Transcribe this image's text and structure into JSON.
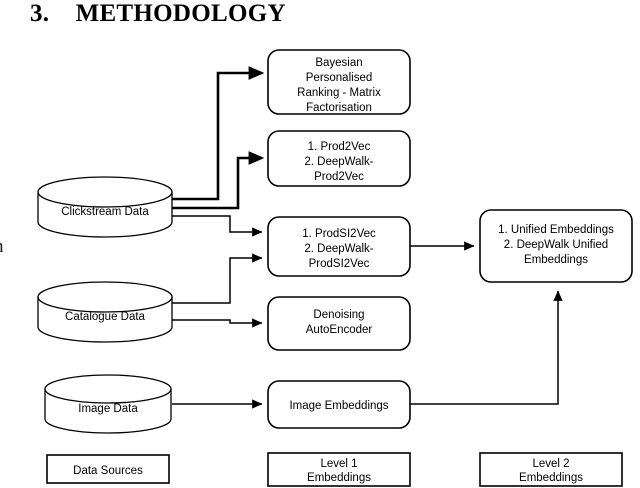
{
  "page": {
    "section_number": "3.",
    "title": "METHODOLOGY",
    "margin_fragment": "h"
  },
  "diagram": {
    "type": "flowchart",
    "data_sources": [
      {
        "id": "clickstream",
        "label": "Clickstream Data",
        "shape": "cylinder"
      },
      {
        "id": "catalogue",
        "label": "Catalogue Data",
        "shape": "cylinder"
      },
      {
        "id": "image",
        "label": "Image Data",
        "shape": "cylinder"
      }
    ],
    "level1_nodes": [
      {
        "id": "bpr",
        "shape": "rounded-rect",
        "lines": [
          "Bayesian",
          "Personalised",
          "Ranking - Matrix",
          "Factorisation"
        ]
      },
      {
        "id": "prod2vec",
        "shape": "rounded-rect",
        "lines": [
          "1. Prod2Vec",
          "2. DeepWalk-",
          "Prod2Vec"
        ]
      },
      {
        "id": "prodsi2vec",
        "shape": "rounded-rect",
        "lines": [
          "1. ProdSI2Vec",
          "2. DeepWalk-",
          "ProdSI2Vec"
        ]
      },
      {
        "id": "dae",
        "shape": "rounded-rect",
        "lines": [
          "Denoising",
          "AutoEncoder"
        ]
      },
      {
        "id": "image_embeddings",
        "shape": "rounded-rect",
        "lines": [
          "Image Embeddings"
        ]
      }
    ],
    "level2_nodes": [
      {
        "id": "unified",
        "shape": "rounded-rect",
        "lines": [
          "1. Unified Embeddings",
          "2. DeepWalk Unified",
          "Embeddings"
        ]
      }
    ],
    "legend": [
      {
        "id": "legend-data-sources",
        "lines": [
          "Data Sources"
        ]
      },
      {
        "id": "legend-level1",
        "lines": [
          "Level 1",
          "Embeddings"
        ]
      },
      {
        "id": "legend-level2",
        "lines": [
          "Level 2",
          "Embeddings"
        ]
      }
    ],
    "edges": [
      {
        "from": "clickstream",
        "to": "bpr"
      },
      {
        "from": "clickstream",
        "to": "prod2vec"
      },
      {
        "from": "clickstream",
        "to": "prodsi2vec"
      },
      {
        "from": "catalogue",
        "to": "prodsi2vec"
      },
      {
        "from": "catalogue",
        "to": "dae"
      },
      {
        "from": "image",
        "to": "image_embeddings"
      },
      {
        "from": "prodsi2vec",
        "to": "unified"
      },
      {
        "from": "image_embeddings",
        "to": "unified"
      }
    ],
    "colors": {
      "stroke": "#000000",
      "fill": "#ffffff",
      "text": "#000000"
    }
  }
}
